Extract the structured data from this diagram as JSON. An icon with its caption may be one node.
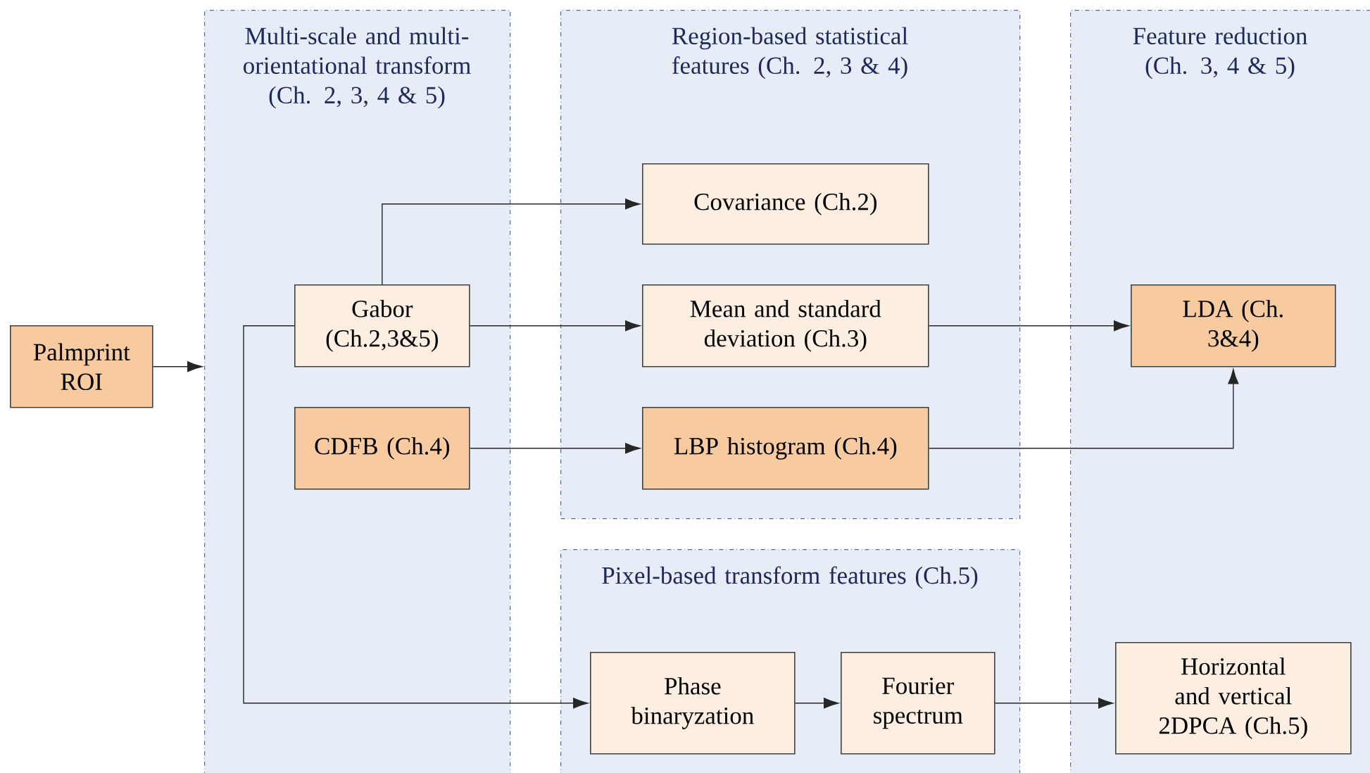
{
  "diagram": {
    "nodes": [
      {
        "text": [
          "Palmprint ROI"
        ]
      },
      {
        "text": [
          "Multi-scale and multi-orientational transform (Ch. 2, 3, 4 & 5)"
        ]
      },
      {
        "text": [
          "Region-based statistical features (Ch. 2, 3 & 4)"
        ]
      },
      {
        "text": [
          "Pixel-based transform features (Ch.5)"
        ]
      },
      {
        "text": [
          "Feature reduction (Ch. 3, 4 & 5)"
        ]
      },
      {
        "text": [
          "Gabor (Ch.2,3&5)"
        ],
        "in": 1
      },
      {
        "text": [
          "CDFB (Ch.4)"
        ],
        "in": 1
      },
      {
        "text": [
          "Covariance (Ch.2)"
        ],
        "in": 2
      },
      {
        "text": [
          "Mean and standard deviation (Ch.3)"
        ],
        "in": 2
      },
      {
        "text": [
          "LBP histogram (Ch.4)"
        ],
        "in": 2
      },
      {
        "text": [
          "Phase binaryzation"
        ],
        "in": 3
      },
      {
        "text": [
          "Fourier spectrum"
        ],
        "in": 3
      },
      {
        "text": [
          "LDA (Ch. 3&4)"
        ],
        "in": 4
      },
      {
        "text": [
          "Horizontal and vertical 2DPCA (Ch.5)"
        ],
        "in": 4
      }
    ],
    "edges": [
      {
        "from": 0,
        "to": 1,
        "arrow": "to"
      },
      {
        "from": 5,
        "to": 7,
        "arrow": "to"
      },
      {
        "from": 5,
        "to": 8,
        "arrow": "to"
      },
      {
        "from": 5,
        "to": 10,
        "arrow": "to"
      },
      {
        "from": 6,
        "to": 9,
        "arrow": "to"
      },
      {
        "from": 8,
        "to": 12,
        "arrow": "to"
      },
      {
        "from": 9,
        "to": 12,
        "arrow": "to"
      },
      {
        "from": 10,
        "to": 11,
        "arrow": "to"
      },
      {
        "from": 11,
        "to": 13,
        "arrow": "to"
      }
    ]
  }
}
